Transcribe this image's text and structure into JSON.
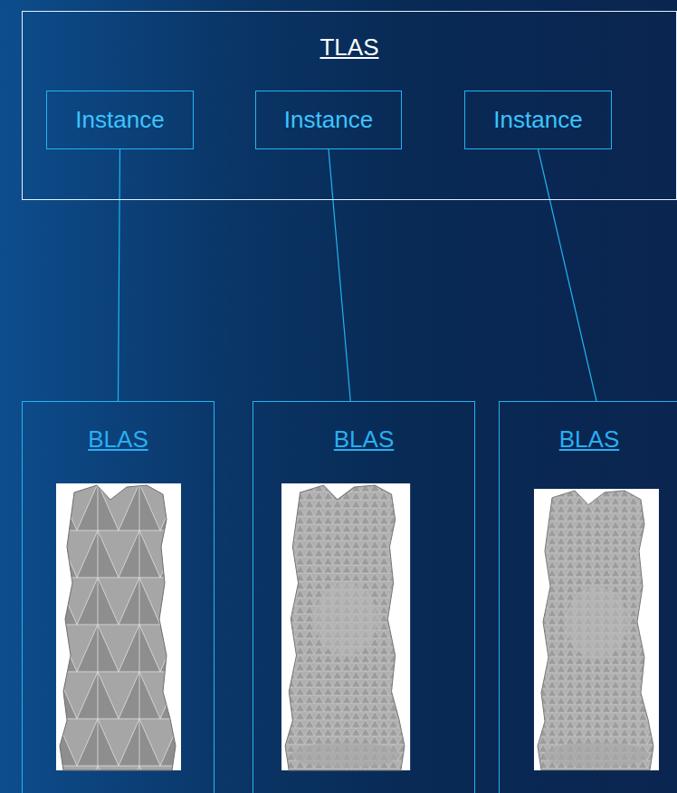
{
  "diagram": {
    "nodes": [
      {
        "text": [
          "TLAS"
        ]
      },
      {
        "text": [
          "Instance"
        ],
        "in": 0
      },
      {
        "text": [
          "Instance"
        ],
        "in": 0
      },
      {
        "text": [
          "Instance"
        ],
        "in": 0
      },
      {
        "text": [
          "BLAS"
        ]
      },
      {
        "text": [
          "BLAS"
        ]
      },
      {
        "text": [
          "BLAS"
        ]
      }
    ],
    "edges": [
      {
        "from": 1,
        "to": 4,
        "arrow": "none"
      },
      {
        "from": 2,
        "to": 5,
        "arrow": "none"
      },
      {
        "from": 3,
        "to": 6,
        "arrow": "none"
      }
    ]
  }
}
